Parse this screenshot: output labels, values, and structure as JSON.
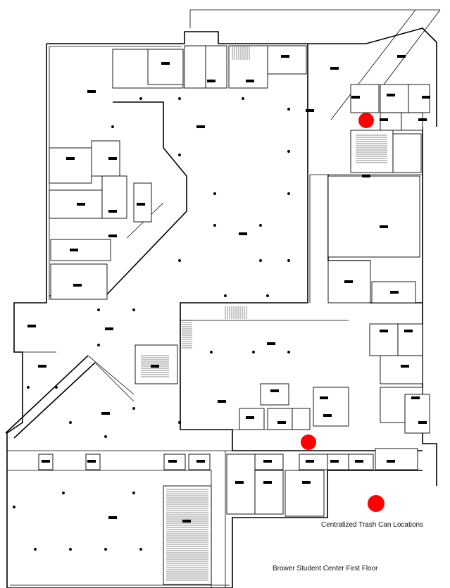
{
  "map": {
    "title": "Brower Student Center First Floor",
    "legend": {
      "label": "Centralized Trash Can Locations",
      "marker_color": "#ff0000"
    },
    "trash_can_markers": [
      {
        "id": "trash-can-north-east"
      },
      {
        "id": "trash-can-central"
      },
      {
        "id": "trash-can-legend"
      }
    ]
  }
}
